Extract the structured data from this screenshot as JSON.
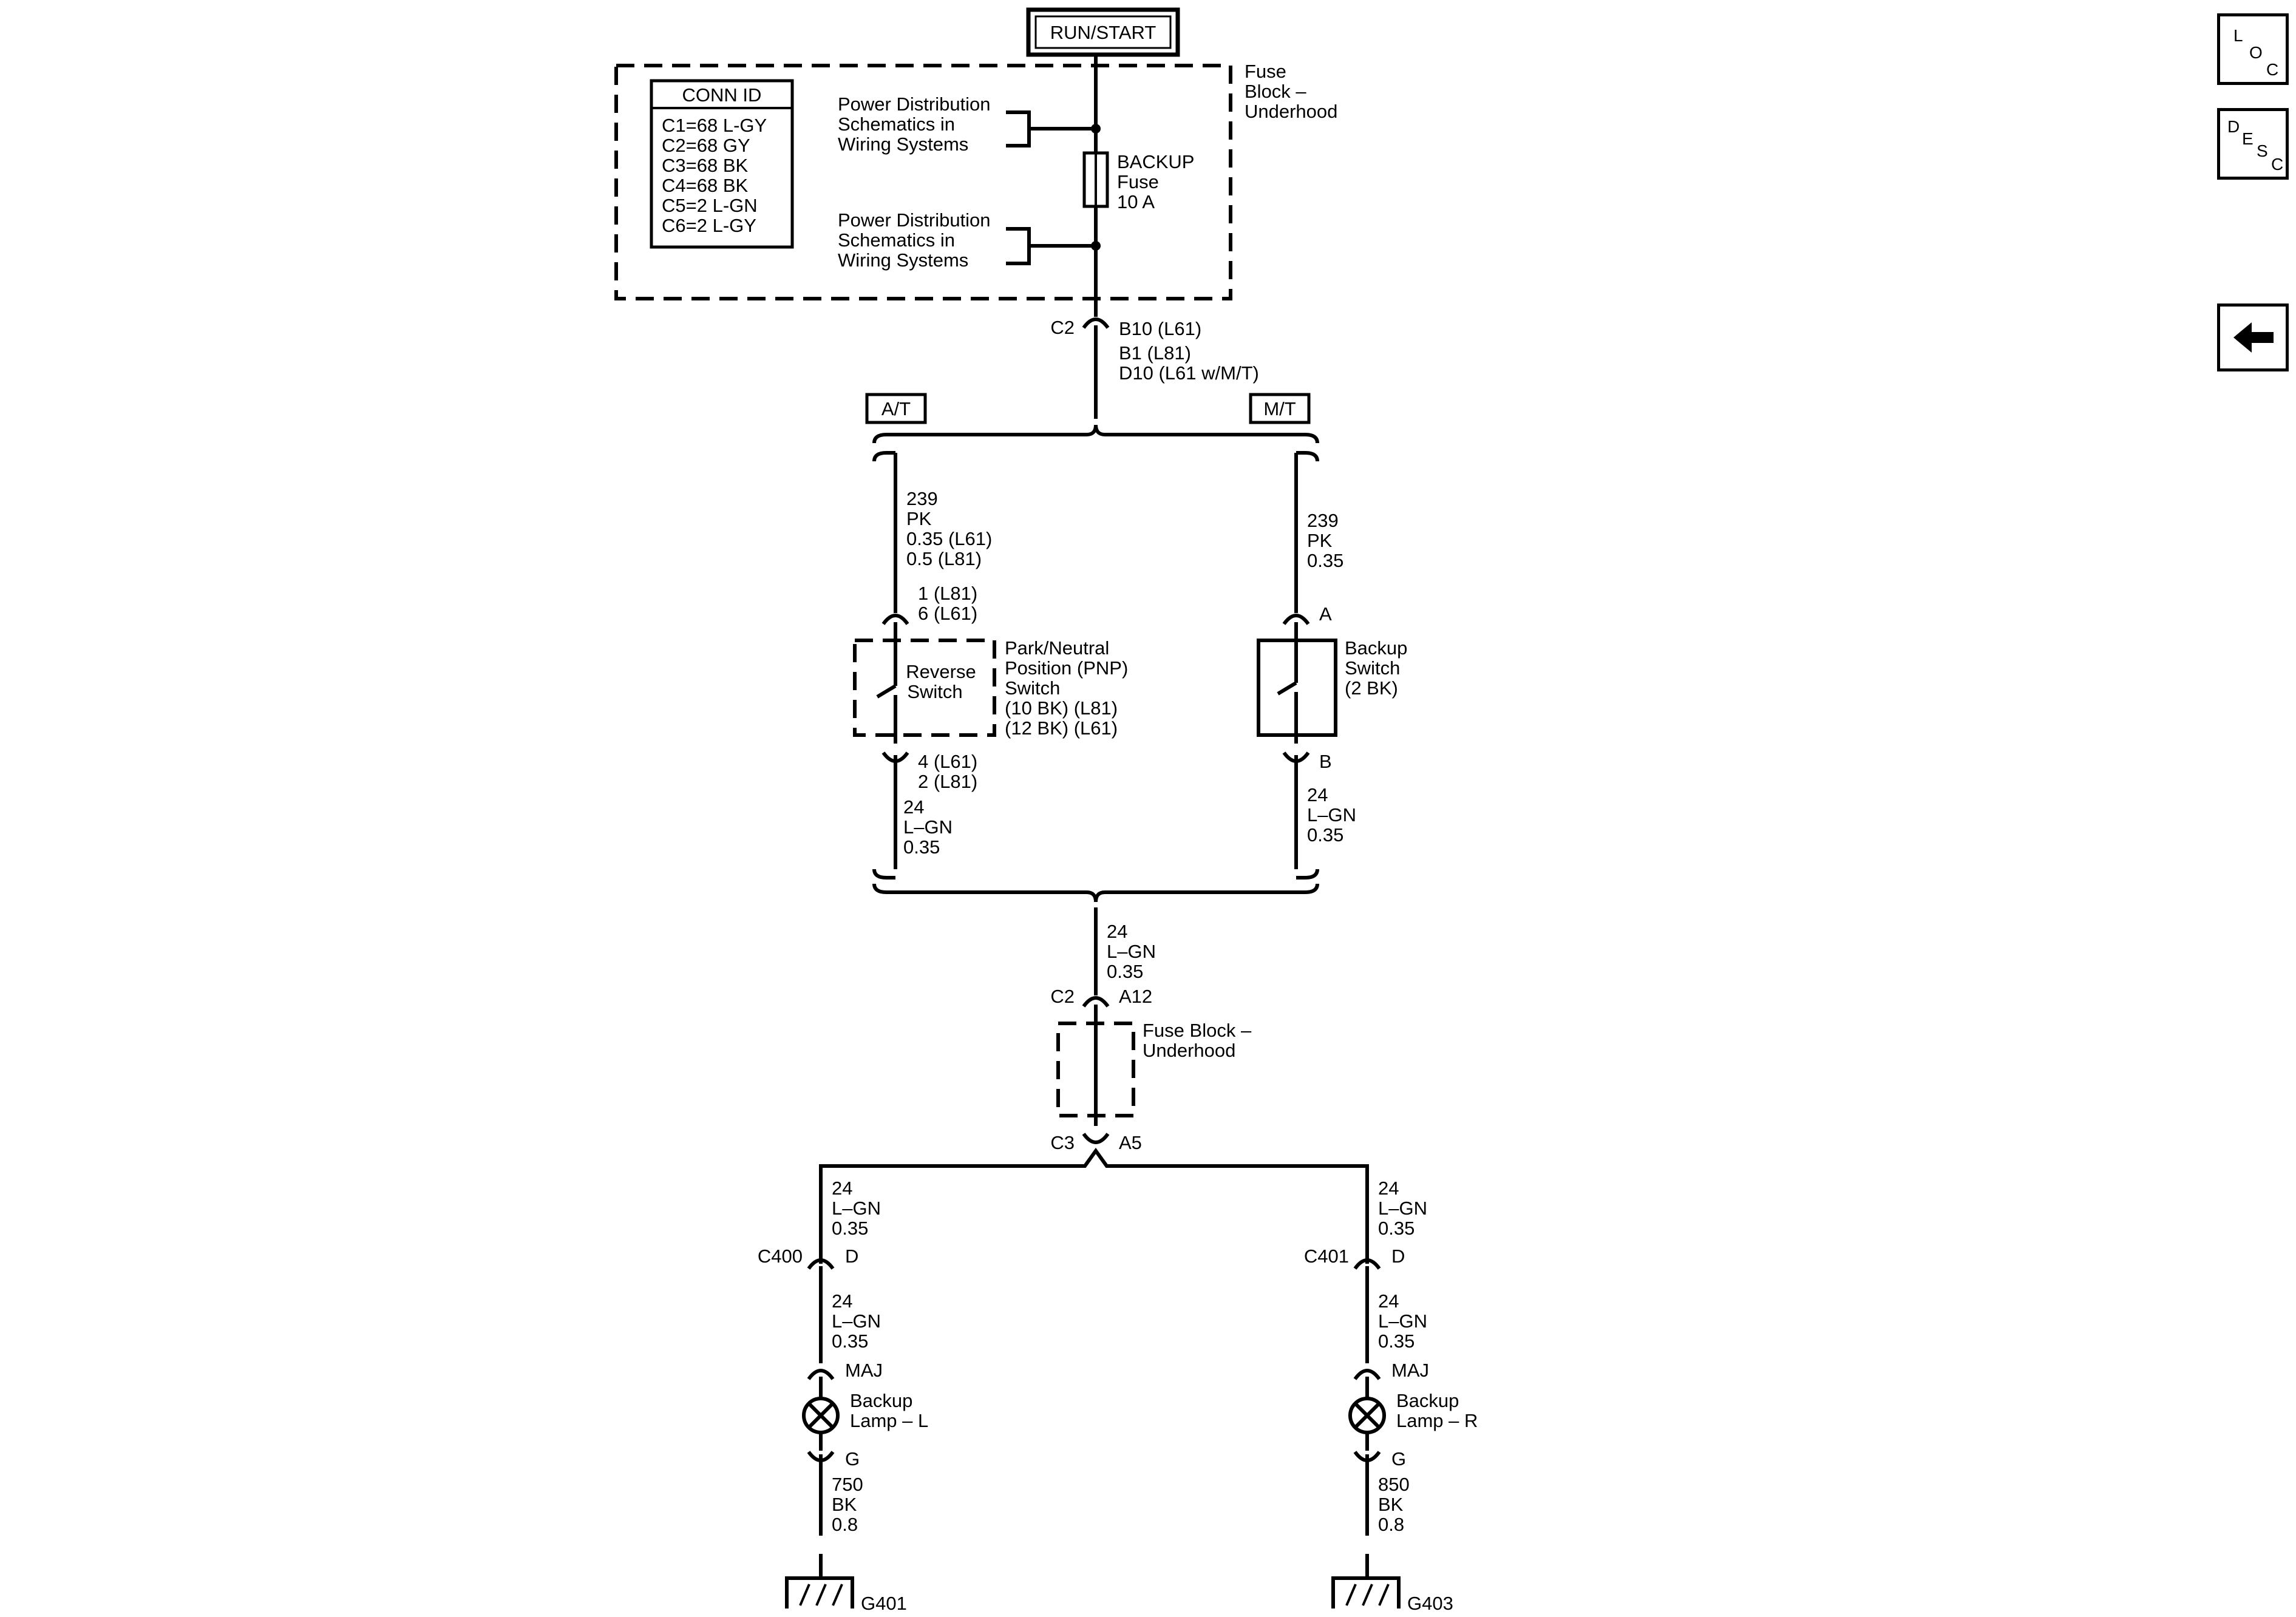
{
  "power_source": "RUN/START",
  "fuse_block_top": [
    "Fuse",
    "Block –",
    "Underhood"
  ],
  "conn_id": {
    "title": "CONN ID",
    "rows": [
      "C1=68 L-GY",
      "C2=68 GY",
      "C3=68 BK",
      "C4=68 BK",
      "C5=2 L-GN",
      "C6=2 L-GY"
    ]
  },
  "power_dist_1": [
    "Power Distribution",
    "Schematics in",
    "Wiring Systems"
  ],
  "power_dist_2": [
    "Power Distribution",
    "Schematics in",
    "Wiring Systems"
  ],
  "fuse": [
    "BACKUP",
    "Fuse",
    "10 A"
  ],
  "conn_c2_top": {
    "name": "C2",
    "pins": [
      "B10 (L61)",
      "B1 (L81)",
      "D10 (L61 w/M/T)"
    ]
  },
  "option_at": "A/T",
  "option_mt": "M/T",
  "at_wire_top": [
    "239",
    "PK",
    "0.35 (L61)",
    "0.5 (L81)"
  ],
  "at_pins_top": [
    "1 (L81)",
    "6 (L61)"
  ],
  "reverse_switch": [
    "Reverse",
    "Switch"
  ],
  "pnp_switch": [
    "Park/Neutral",
    "Position (PNP)",
    "Switch",
    "(10 BK) (L81)",
    "(12 BK) (L61)"
  ],
  "at_pins_bottom": [
    "4 (L61)",
    "2 (L81)"
  ],
  "at_wire_bottom": [
    "24",
    "L–GN",
    "0.35"
  ],
  "mt_wire_top": [
    "239",
    "PK",
    "0.35"
  ],
  "mt_pin_top": "A",
  "backup_switch": [
    "Backup",
    "Switch",
    "(2 BK)"
  ],
  "mt_pin_bottom": "B",
  "mt_wire_bottom": [
    "24",
    "L–GN",
    "0.35"
  ],
  "merged_wire": [
    "24",
    "L–GN",
    "0.35"
  ],
  "conn_c2_mid": {
    "name": "C2",
    "pin": "A12"
  },
  "fuse_block_mid": [
    "Fuse Block –",
    "Underhood"
  ],
  "conn_c3": {
    "name": "C3",
    "pin": "A5"
  },
  "left_branch": {
    "wire1": [
      "24",
      "L–GN",
      "0.35"
    ],
    "conn": "C400",
    "conn_pin": "D",
    "wire2": [
      "24",
      "L–GN",
      "0.35"
    ],
    "lamp_pin_top": "MAJ",
    "lamp": [
      "Backup",
      "Lamp – L"
    ],
    "lamp_pin_bottom": "G",
    "wire3": [
      "750",
      "BK",
      "0.8"
    ],
    "ground": "G401"
  },
  "right_branch": {
    "wire1": [
      "24",
      "L–GN",
      "0.35"
    ],
    "conn": "C401",
    "conn_pin": "D",
    "wire2": [
      "24",
      "L–GN",
      "0.35"
    ],
    "lamp_pin_top": "MAJ",
    "lamp": [
      "Backup",
      "Lamp – R"
    ],
    "lamp_pin_bottom": "G",
    "wire3": [
      "850",
      "BK",
      "0.8"
    ],
    "ground": "G403"
  },
  "nav": {
    "loc": [
      "L",
      "O",
      "C"
    ],
    "desc": [
      "D",
      "E",
      "S",
      "C"
    ],
    "back_icon": "left-arrow-icon"
  }
}
